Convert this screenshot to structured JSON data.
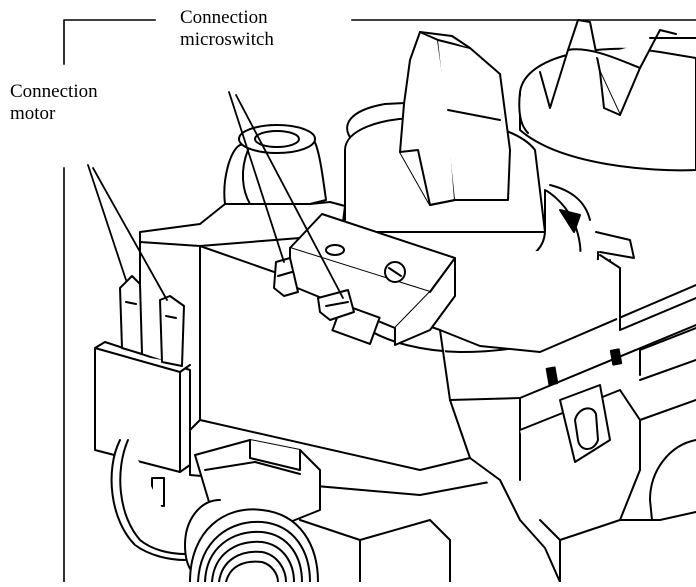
{
  "labels": {
    "microswitch": {
      "line1": "Connection",
      "line2": "microswitch"
    },
    "motor": {
      "line1": "Connection",
      "line2": "motor"
    }
  },
  "colors": {
    "ink": "#000000",
    "paper": "#ffffff"
  }
}
